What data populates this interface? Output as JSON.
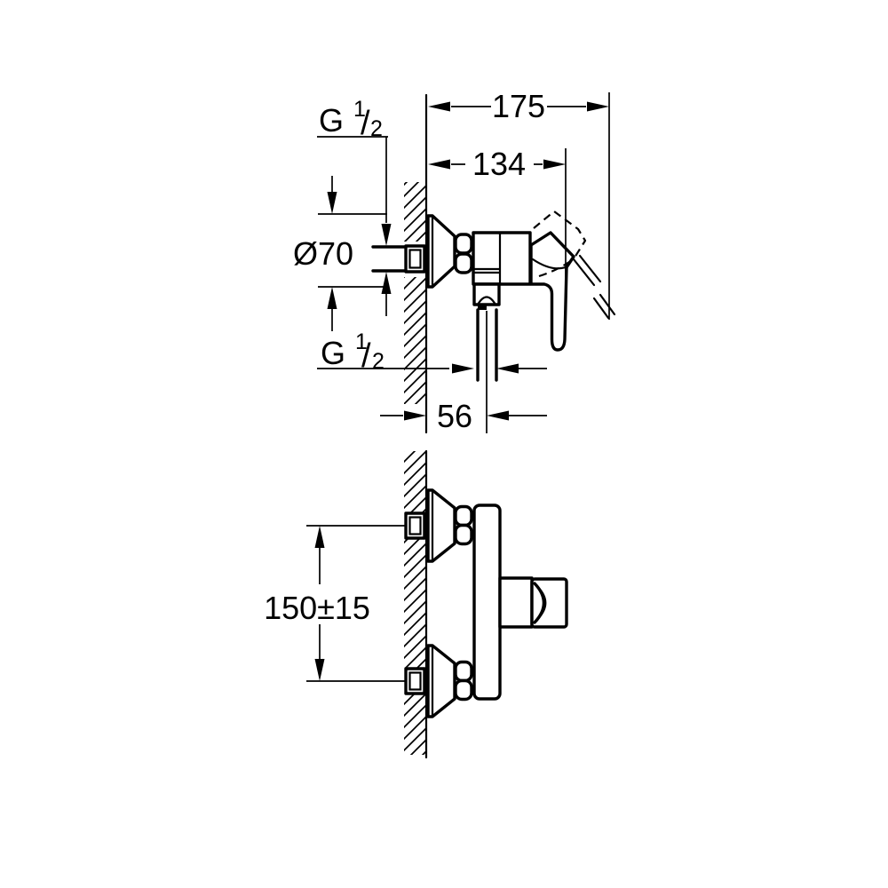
{
  "colors": {
    "ink": "#000000",
    "background": "#ffffff"
  },
  "labels": {
    "dim_total_depth": "175",
    "dim_body_depth": "134",
    "dim_escutcheon_diameter": "Ø70",
    "dim_outlet_offset": "56",
    "dim_connection_spacing": "150±15",
    "thread_inlet": {
      "prefix": "G",
      "numerator": "1",
      "slash": "/",
      "denominator": "2"
    },
    "thread_outlet": {
      "prefix": "G",
      "numerator": "1",
      "slash": "/",
      "denominator": "2"
    }
  }
}
